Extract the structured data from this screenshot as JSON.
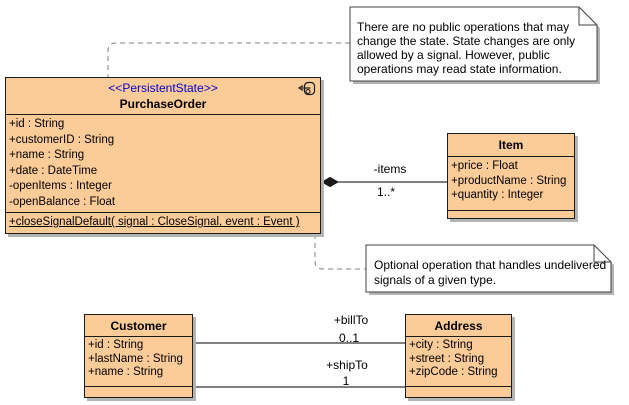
{
  "colors": {
    "class_fill": "#FBCB98",
    "class_border": "#1A1A1A",
    "stereotype_text": "#0000CC",
    "shadow": "#B4B4B4",
    "note_fill": "#FFFFFF",
    "anchor_line": "#808080",
    "association_line": "#000000"
  },
  "classes": {
    "purchase_order": {
      "stereotype": "<<PersistentState>>",
      "name": "PurchaseOrder",
      "attributes": [
        "+id : String",
        "+customerID : String",
        "+name : String",
        "+date : DateTime",
        "-openItems : Integer",
        "-openBalance : Float"
      ],
      "operations": [
        "+closeSignalDefault( signal : CloseSignal, event : Event )"
      ],
      "badge_icon": "statemachine-icon"
    },
    "item": {
      "name": "Item",
      "attributes": [
        "+price : Float",
        "+productName : String",
        "+quantity : Integer"
      ]
    },
    "customer": {
      "name": "Customer",
      "attributes": [
        "+id : String",
        "+lastName : String",
        "+name : String"
      ]
    },
    "address": {
      "name": "Address",
      "attributes": [
        "+city : String",
        "+street : String",
        "+zipCode : String"
      ]
    }
  },
  "associations": {
    "items": {
      "label": "-items",
      "multiplicity": "1..*",
      "kind": "composition"
    },
    "billto": {
      "label": "+billTo",
      "multiplicity": "0..1",
      "kind": "association"
    },
    "shipto": {
      "label": "+shipTo",
      "multiplicity": "1",
      "kind": "association"
    }
  },
  "notes": {
    "state_note": {
      "lines": [
        "There are no public operations that may",
        "change the state. State changes are only",
        "allowed by a signal. However, public",
        "operations may read state information."
      ]
    },
    "signal_note": {
      "lines": [
        "Optional operation that handles undelivered",
        "signals of a given type."
      ]
    }
  }
}
